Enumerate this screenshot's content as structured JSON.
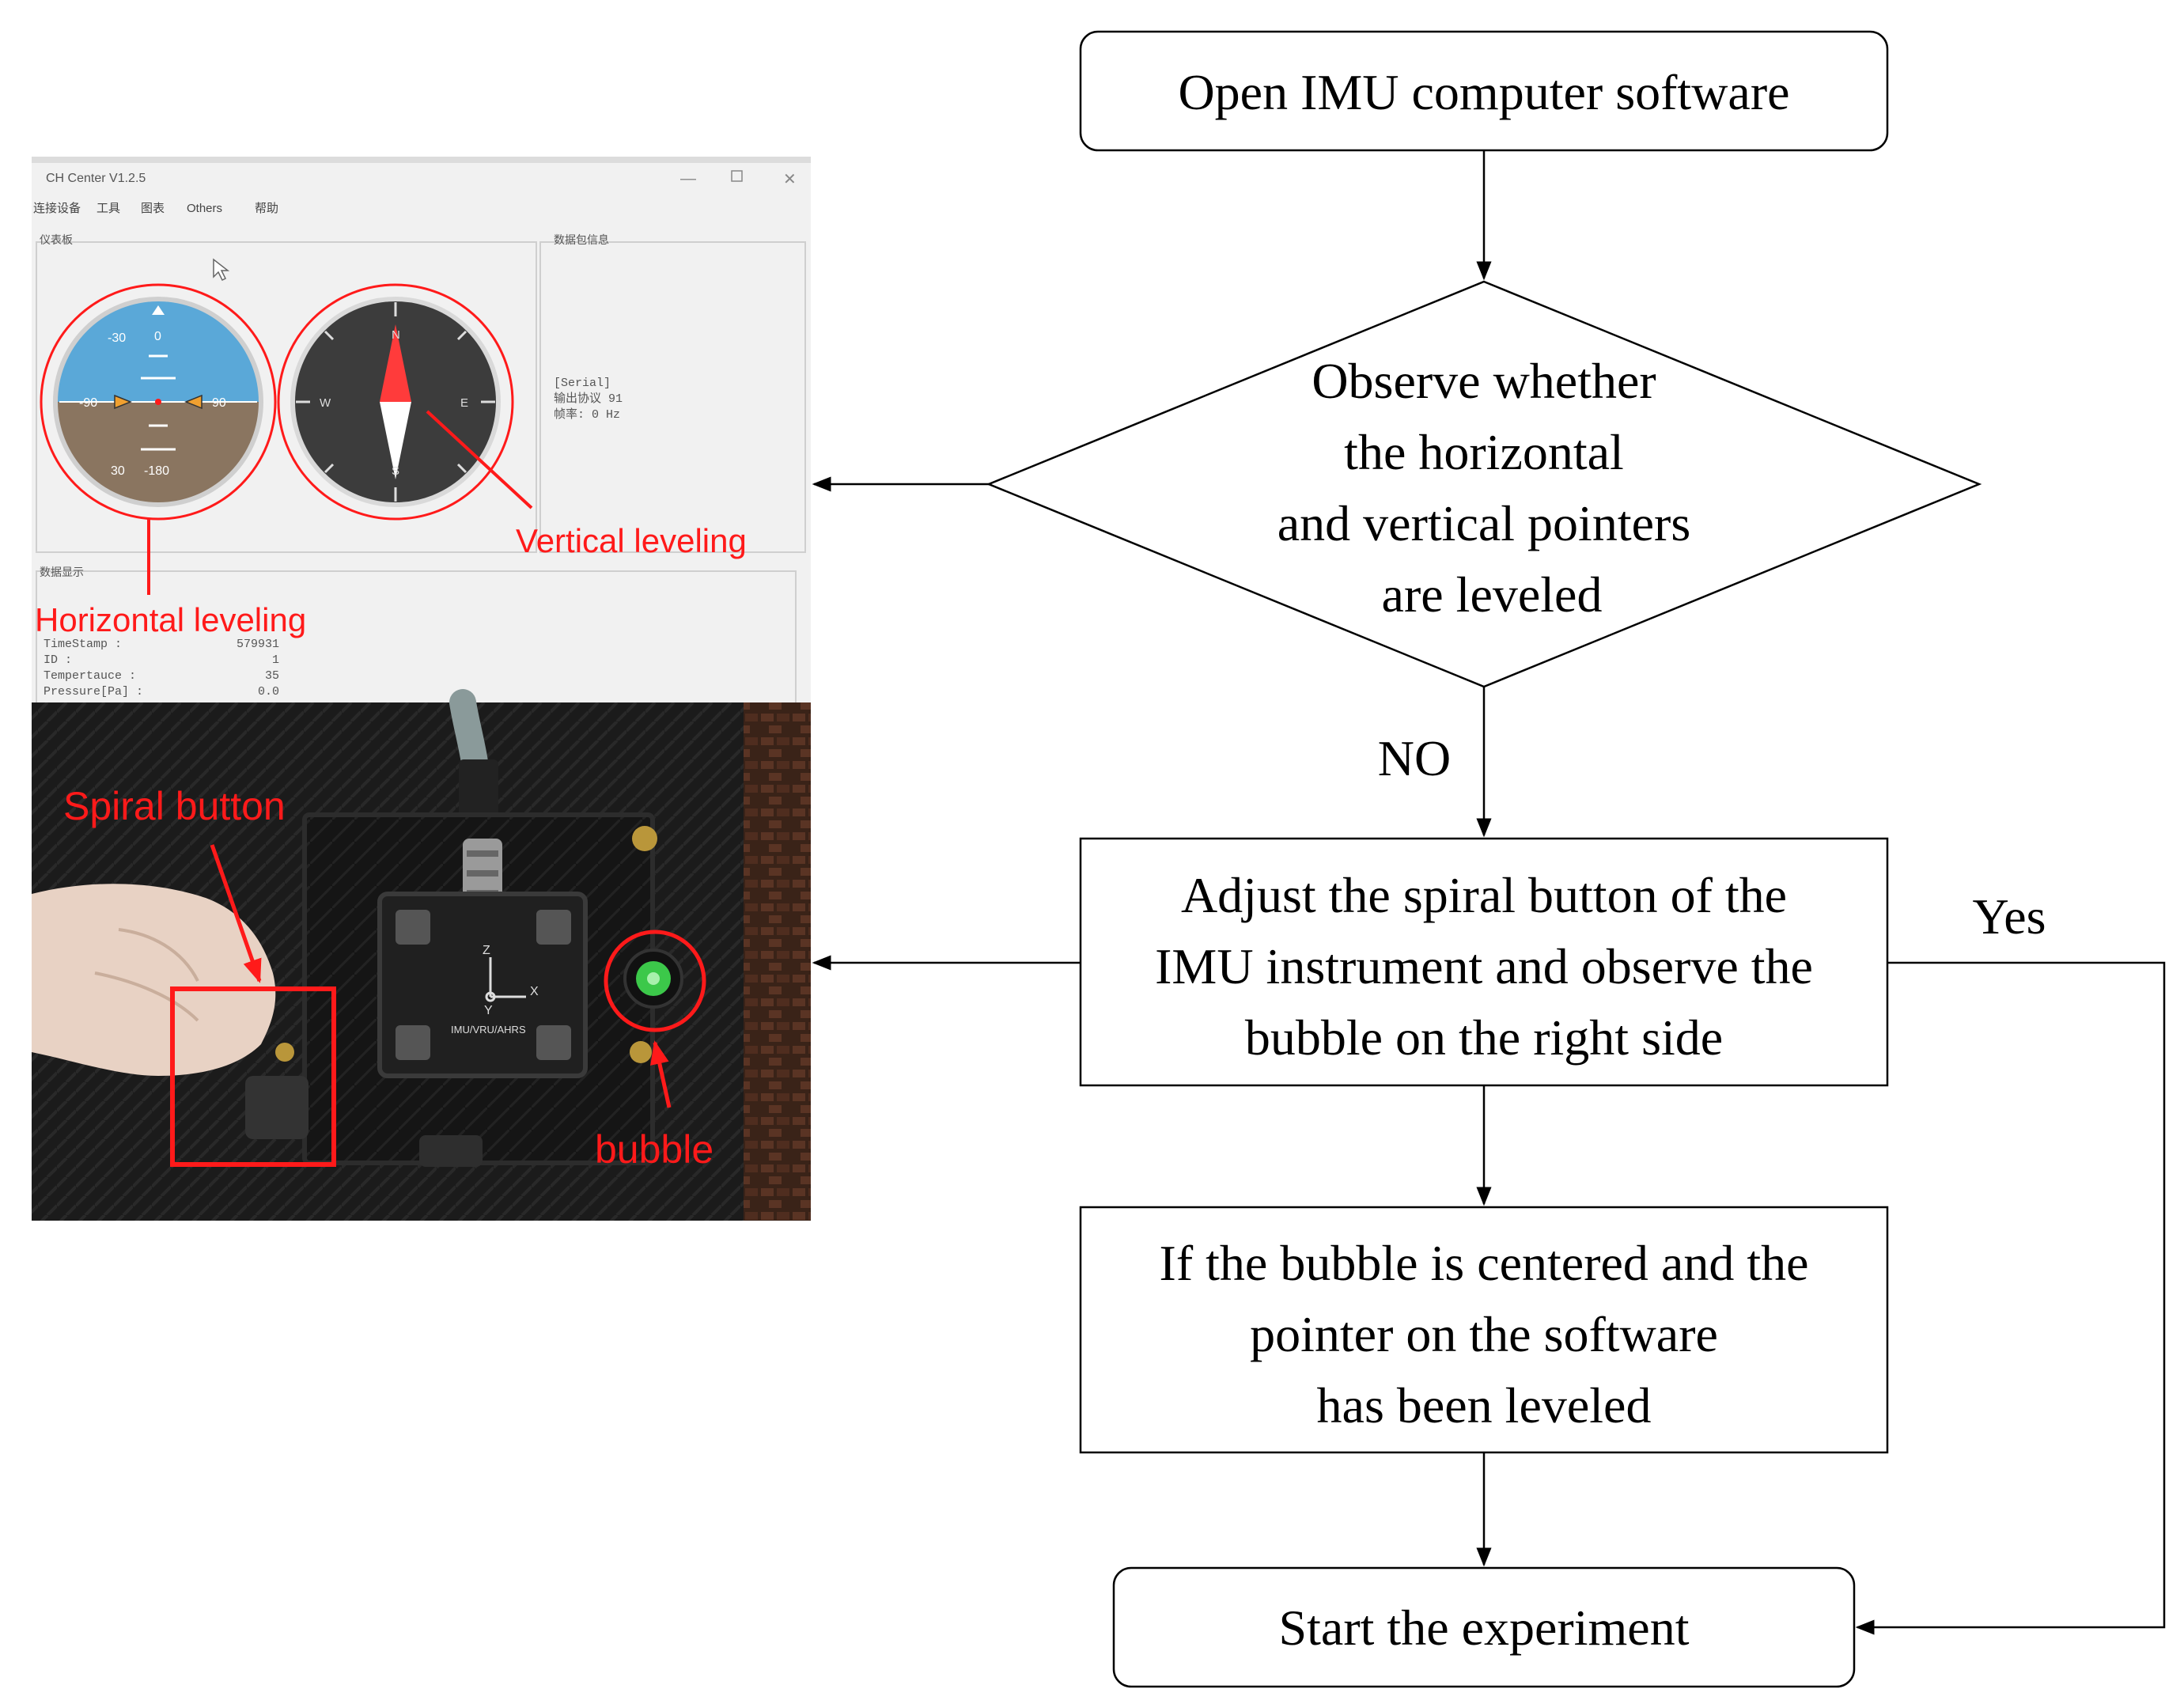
{
  "flowchart": {
    "step1": "Open IMU computer software",
    "decision_lines": [
      "Observe whether",
      "the horizontal",
      "and vertical pointers",
      "are leveled"
    ],
    "no_label": "NO",
    "yes_label": "Yes",
    "step2_lines": [
      "Adjust the spiral button of the",
      "IMU instrument and observe the",
      "bubble on the right side"
    ],
    "step3_lines": [
      "If the bubble is centered and the",
      "pointer on the software",
      "has been leveled"
    ],
    "step4": "Start the experiment"
  },
  "software_screenshot": {
    "title": "CH Center V1.2.5",
    "menu": [
      "连接设备",
      "工具",
      "图表",
      "Others",
      "帮助"
    ],
    "panel_instruments": "仪表板",
    "panel_device_info": "数据包信息",
    "panel_data_display": "数据显示",
    "info_lines": [
      "[Serial]",
      "输出协议 91",
      "帧率: 0 Hz"
    ],
    "attitude_ticks": [
      "-30",
      "0",
      "-90",
      "90",
      "30",
      "-180"
    ],
    "compass_labels": [
      "N",
      "W",
      "E",
      "S"
    ],
    "data_rows": [
      {
        "key": "TimeStamp :",
        "value": "579931"
      },
      {
        "key": "ID :",
        "value": "1"
      },
      {
        "key": "Tempertauce :",
        "value": "35"
      },
      {
        "key": "Pressure[Pa] :",
        "value": "0.0"
      }
    ],
    "annotation_vertical": "Vertical leveling",
    "annotation_horizontal": "Horizontal leveling"
  },
  "device_photo": {
    "annotation_spiral": "Spiral button",
    "annotation_bubble": "bubble",
    "module_label": "IMU/VRU/AHRS",
    "axis_labels": [
      "Z",
      "X",
      "Y"
    ]
  },
  "colors": {
    "annotation_red": "#ff1a1a",
    "sky_blue": "#5aa8d8",
    "ground_brown": "#8a7560",
    "device_black": "#111111",
    "bubble_green": "#3cc84a"
  }
}
